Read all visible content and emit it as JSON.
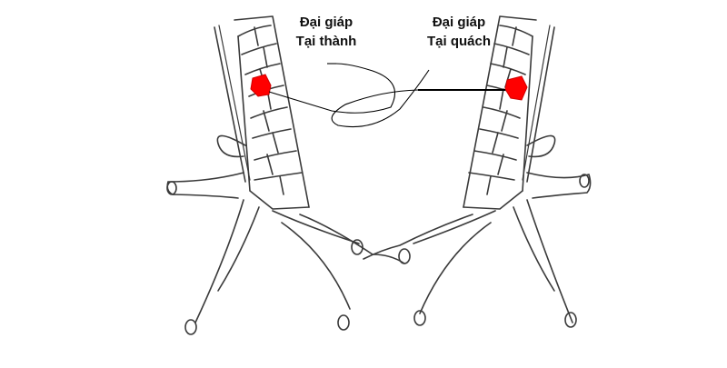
{
  "diagram": {
    "description": "Sketch of two bird feet/legs (scutellate tarsi) with one highlighted scale each",
    "labels": [
      {
        "id": "left",
        "line1": "Đại giáp",
        "line2": "Tại thành"
      },
      {
        "id": "right",
        "line1": "Đại giáp",
        "line2": "Tại quách"
      }
    ],
    "highlight_color": "#ff0000",
    "line_color": "#000000",
    "sketch_color": "#333333"
  }
}
